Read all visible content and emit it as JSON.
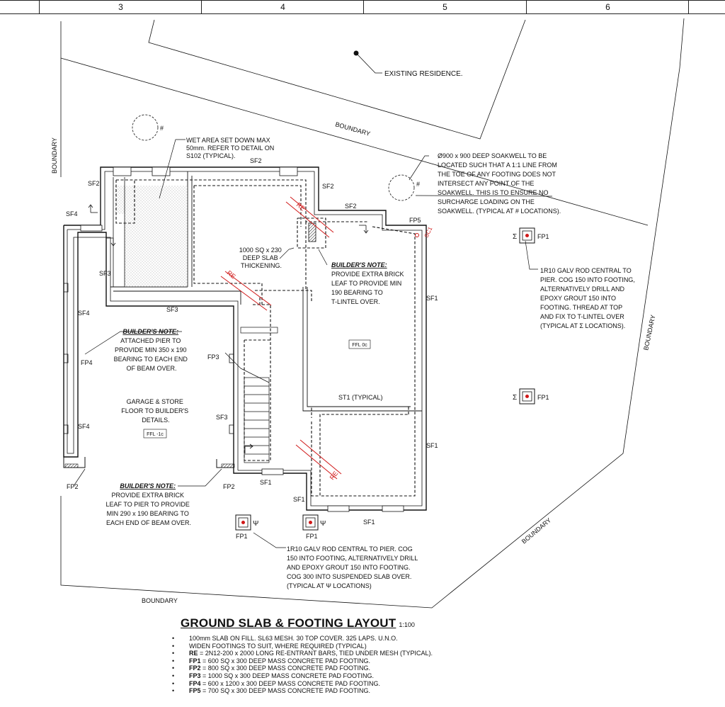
{
  "grid": [
    "3",
    "4",
    "5",
    "6"
  ],
  "labels": {
    "existing_residence": "EXISTING RESIDENCE.",
    "boundary": "BOUNDARY",
    "wet_area": [
      "WET AREA SET DOWN MAX",
      "50mm. REFER TO DETAIL ON",
      "S102 (TYPICAL)."
    ],
    "soakwell": [
      "Ø900 x 900 DEEP SOAKWELL TO BE",
      "LOCATED SUCH THAT A 1:1 LINE FROM",
      "THE TOE OF ANY FOOTING DOES NOT",
      "INTERSECT ANY POINT OF THE",
      "SOAKWELL. THIS IS TO ENSURE NO",
      "SURCHARGE LOADING ON THE",
      "SOAKWELL. (TYPICAL AT # LOCATIONS)."
    ],
    "slab_thickening": [
      "1000 SQ x 230",
      "DEEP SLAB",
      "THICKENING."
    ],
    "builders_note": "BUILDER'S NOTE:",
    "note_brick_leaf": [
      "PROVIDE EXTRA BRICK",
      "LEAF TO PROVIDE MIN",
      "190 BEARING TO",
      "T-LINTEL OVER."
    ],
    "note_attached_pier": [
      "ATTACHED PIER TO",
      "PROVIDE MIN 350 x 190",
      "BEARING TO EACH END",
      "OF BEAM OVER."
    ],
    "note_pier_leaf": [
      "PROVIDE EXTRA BRICK",
      "LEAF TO PIER TO PROVIDE",
      "MIN 290 x 190 BEARING TO",
      "EACH END OF BEAM OVER."
    ],
    "garage": [
      "GARAGE & STORE",
      "FLOOR TO BUILDER'S",
      "DETAILS."
    ],
    "ffl_garage": "FFL -1c",
    "ffl_main": "FFL 0c",
    "rod_sigma": [
      "1R10 GALV ROD CENTRAL TO",
      "PIER. COG 150 INTO FOOTING,",
      "ALTERNATIVELY DRILL AND",
      "EPOXY GROUT 150 INTO",
      "FOOTING. THREAD AT TOP",
      "AND FIX TO T-LINTEL OVER",
      "(TYPICAL AT Σ LOCATIONS)."
    ],
    "rod_psi": [
      "1R10 GALV ROD CENTRAL TO PIER. COG",
      "150 INTO FOOTING, ALTERNATIVELY DRILL",
      "AND EPOXY GROUT 150 INTO FOOTING.",
      "COG 300 INTO SUSPENDED SLAB OVER.",
      "(TYPICAL AT Ψ LOCATIONS)"
    ],
    "st1": "ST1 (TYPICAL)",
    "sf1": "SF1",
    "sf2": "SF2",
    "sf3": "SF3",
    "sf4": "SF4",
    "fp1": "FP1",
    "fp2": "FP2",
    "fp3": "FP3",
    "fp4": "FP4",
    "fp5": "FP5",
    "re": "RE",
    "sc1": "SC1",
    "hash": "#",
    "sigma": "Σ",
    "psi": "Ψ"
  },
  "title": "GROUND SLAB & FOOTING LAYOUT",
  "scale": "1:100",
  "notes": [
    {
      "bold": "",
      "text": "100mm SLAB ON FILL. SL63 MESH. 30 TOP COVER. 325 LAPS. U.N.O."
    },
    {
      "bold": "",
      "text": "WIDEN FOOTINGS TO SUIT, WHERE REQUIRED (TYPICAL)"
    },
    {
      "bold": "RE",
      "text": " = 2N12-200 x 2000 LONG RE-ENTRANT BARS, TIED UNDER MESH (TYPICAL)."
    },
    {
      "bold": "FP1",
      "text": " = 600 SQ x 300 DEEP MASS CONCRETE PAD FOOTING."
    },
    {
      "bold": "FP2",
      "text": " = 800 SQ x 300 DEEP MASS CONCRETE PAD FOOTING."
    },
    {
      "bold": "FP3",
      "text": " = 1000 SQ x 300 DEEP MASS CONCRETE PAD FOOTING."
    },
    {
      "bold": "FP4",
      "text": " = 600 x 1200 x 300 DEEP MASS CONCRETE PAD FOOTING."
    },
    {
      "bold": "FP5",
      "text": " = 700 SQ x 300 DEEP MASS CONCRETE PAD FOOTING."
    }
  ],
  "colors": {
    "line": "#111111",
    "red": "#d01818",
    "stipple": "#9a9a9a"
  }
}
